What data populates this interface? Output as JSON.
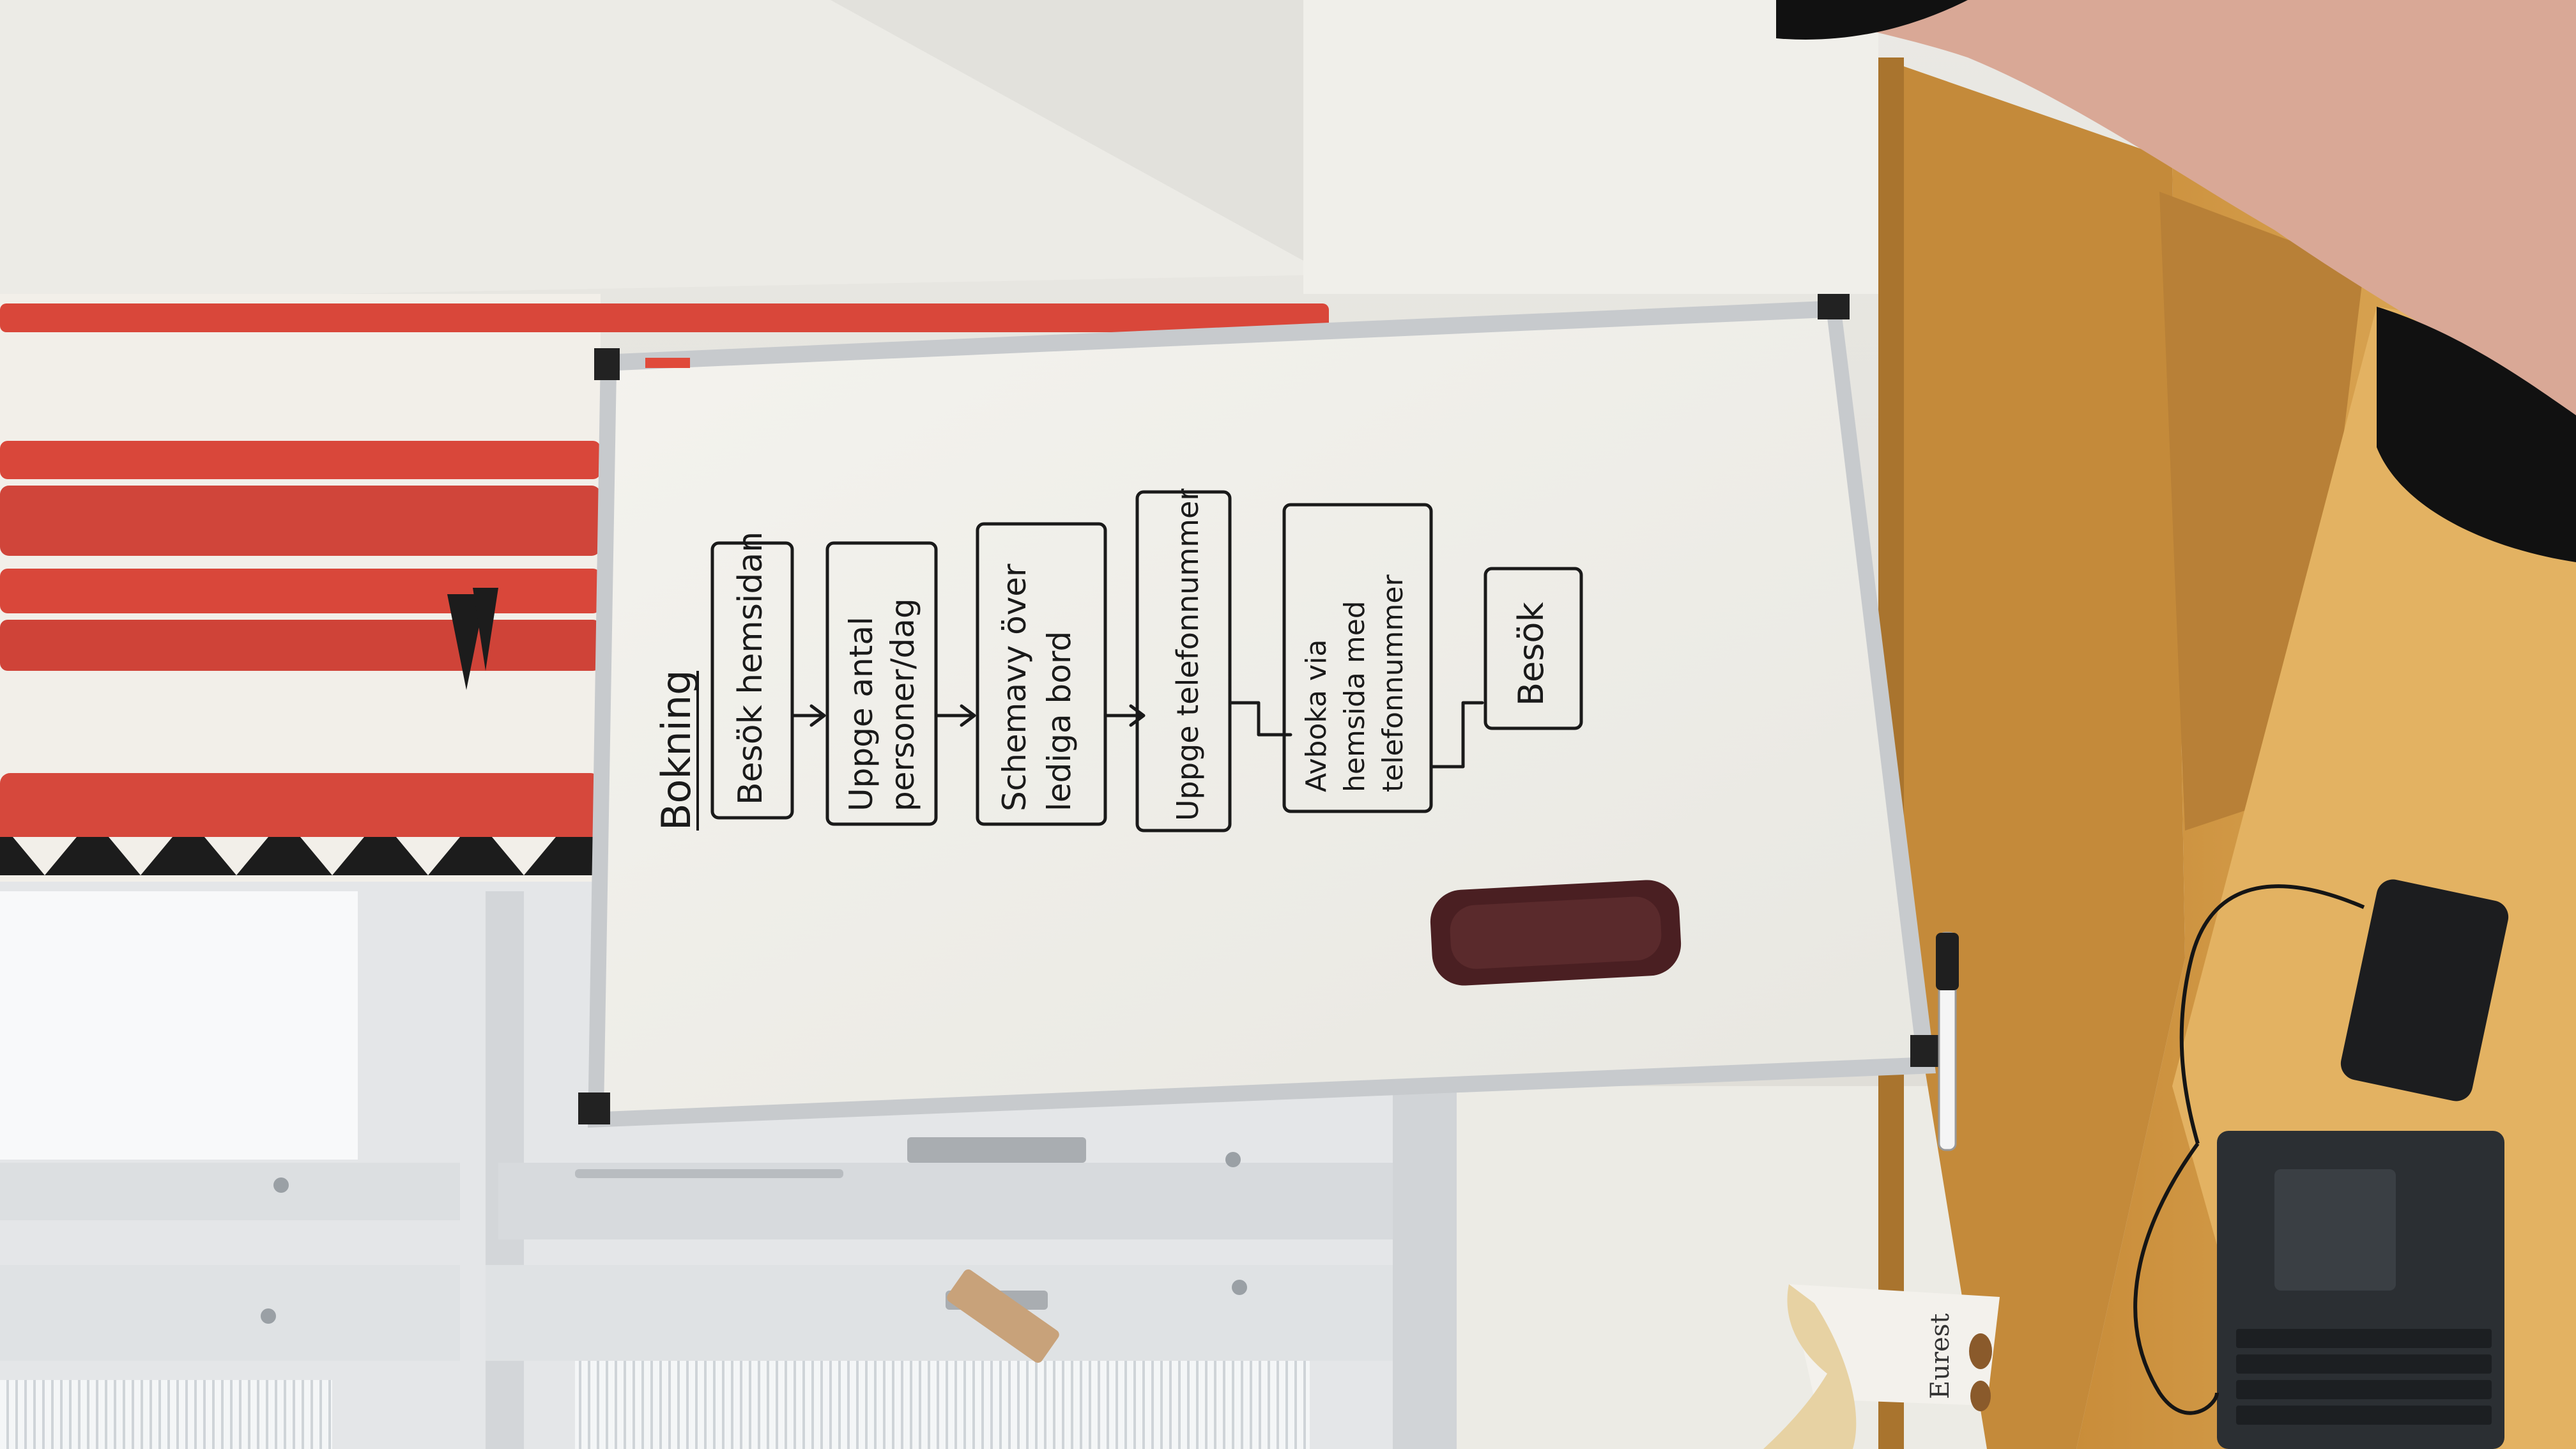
{
  "whiteboard": {
    "heading": "Bokning",
    "steps": [
      {
        "lines": [
          "Besök hemsidan"
        ]
      },
      {
        "lines": [
          "Uppge antal",
          "personer/dag"
        ]
      },
      {
        "lines": [
          "Schemavy över",
          "lediga bord"
        ]
      },
      {
        "lines": [
          "Uppge telefonnummer"
        ]
      },
      {
        "lines": [
          "Avboka via",
          "hemsida med",
          "telefonnummer"
        ]
      },
      {
        "lines": [
          "Besök"
        ]
      }
    ]
  },
  "cup": {
    "brand": "Eurest"
  },
  "colors": {
    "whiteboard": "#f1efe9",
    "frame": "#b9bcbf",
    "desk": "#d9a24b",
    "curtain_red": "#d9473a",
    "eraser": "#4a1f22",
    "laptop": "#2b2f33"
  }
}
